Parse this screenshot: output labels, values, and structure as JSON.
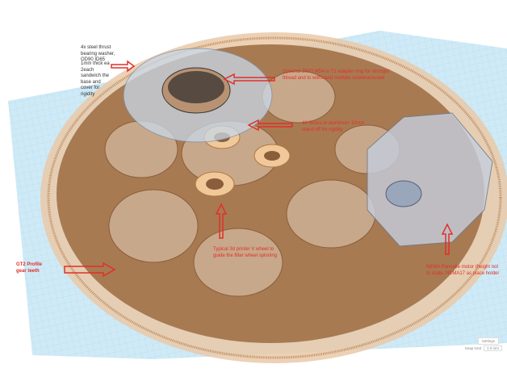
{
  "annotations": {
    "thrust_washer": "4x steel thrust bearing washer, OD90 ID65",
    "sandwich": "1mm thick ea 2each sandwich the base and cover for rigidity",
    "adapter_ring": "Optional ZWO M54 to T2 adapter ring for stronger thread and to withstand multiple screw/unscrew",
    "standoff": "4X Brass or aluminum 10mm stand off for rigidity",
    "v_wheel": "Typical 3d printer V wheel to guide the filter wheel spinning",
    "gear_teeth": "GT2 Profile gear teeth",
    "motor": "NEMA Pancake motor (height not to scale, NEMA17 as place holder"
  },
  "ui": {
    "settings_label": "Settings",
    "snap_grid_label": "Snap Grid",
    "snap_grid_value": "1.0 mm"
  },
  "colors": {
    "annotation": "#e0302a",
    "gear": "#a87a52",
    "grid": "#9fd4ea"
  }
}
